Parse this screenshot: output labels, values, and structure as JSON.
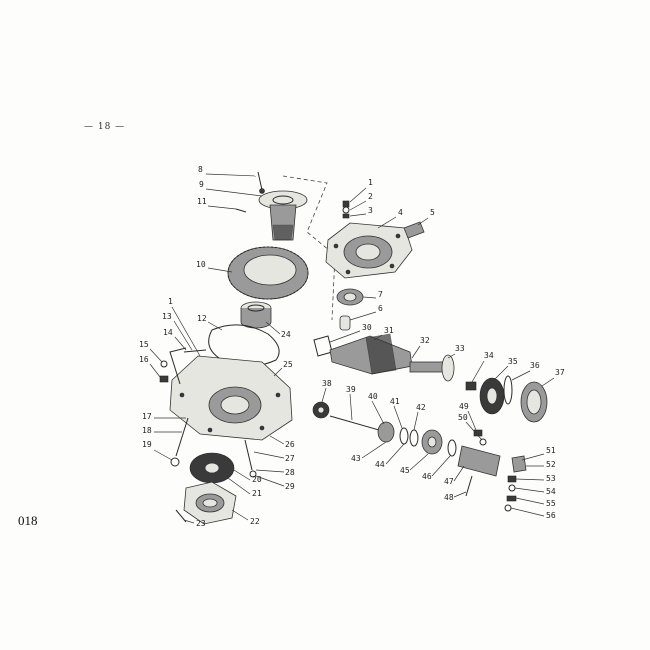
{
  "page_number": "— 18 —",
  "plate_code": "018",
  "callouts": [
    "8",
    "9",
    "11",
    "10",
    "1",
    "2",
    "3",
    "4",
    "5",
    "7",
    "6",
    "24",
    "12",
    "13",
    "14",
    "1",
    "30",
    "31",
    "15",
    "16",
    "25",
    "32",
    "33",
    "34",
    "35",
    "36",
    "37",
    "38",
    "39",
    "40",
    "41",
    "42",
    "49",
    "50",
    "17",
    "18",
    "19",
    "26",
    "27",
    "28",
    "29",
    "20",
    "21",
    "22",
    "23",
    "43",
    "44",
    "45",
    "46",
    "47",
    "48",
    "51",
    "52",
    "53",
    "54",
    "55",
    "56"
  ]
}
